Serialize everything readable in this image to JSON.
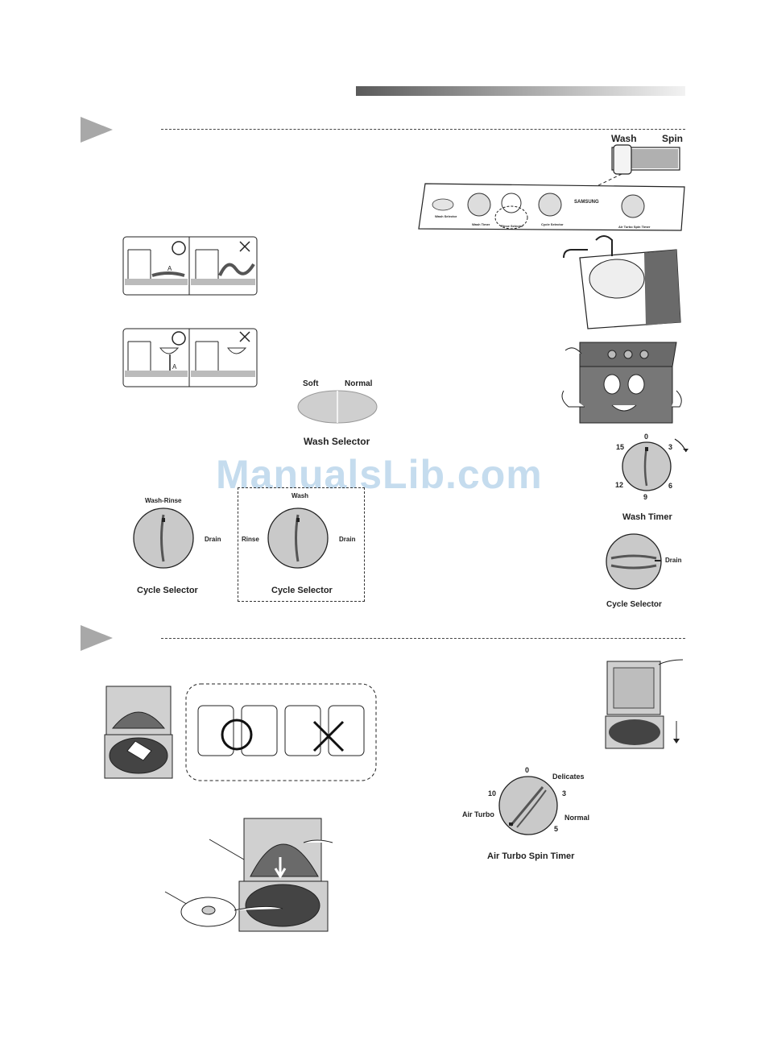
{
  "colors": {
    "gradient_start": "#5a5a5a",
    "gradient_end": "#f2f2f2",
    "dial": "#c9c9c9",
    "watermark": "#bcd6ec",
    "panel_gray": "#b5b5b5"
  },
  "icons": {
    "section_marker": "play-triangle-icon",
    "correct": "circle-o-icon",
    "wrong": "x-cross-icon"
  },
  "watermark": "ManualsLib.com",
  "wash_spin": {
    "wash": "Wash",
    "spin": "Spin"
  },
  "panel": {
    "brand": "SAMSUNG",
    "labels": [
      "Wash Selector",
      "Wash Timer",
      "Rinse Selector",
      "Cycle Selector",
      "Air Turbo Spin Timer"
    ]
  },
  "hose": {
    "marker": "A"
  },
  "wash_selector": {
    "soft": "Soft",
    "normal": "Normal",
    "caption": "Wash Selector"
  },
  "wash_timer": {
    "ticks": [
      "0",
      "3",
      "6",
      "9",
      "12",
      "15"
    ],
    "caption": "Wash Timer"
  },
  "cycle_selector_1": {
    "top": "Wash-Rinse",
    "right": "Drain",
    "caption": "Cycle Selector"
  },
  "cycle_selector_2": {
    "top": "Wash",
    "left": "Rinse",
    "right": "Drain",
    "caption": "Cycle Selector"
  },
  "cycle_selector_3": {
    "right": "Drain",
    "caption": "Cycle Selector"
  },
  "spin_timer": {
    "zero": "0",
    "delicates": "Delicates",
    "three": "3",
    "ten": "10",
    "air_turbo": "Air Turbo",
    "normal": "Normal",
    "five": "5",
    "caption": "Air Turbo Spin Timer"
  }
}
